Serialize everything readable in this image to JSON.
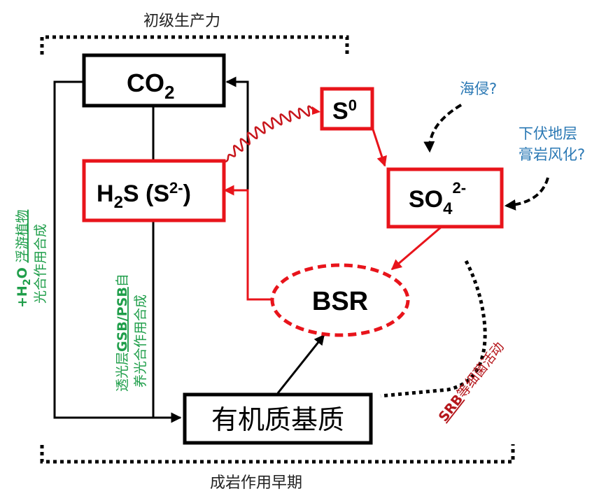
{
  "diagram": {
    "top_bracket_label": "初级生产力",
    "bottom_bracket_label": "成岩作用早期",
    "nodes": {
      "co2": {
        "main": "CO",
        "sub": "2"
      },
      "h2s": {
        "h": "H",
        "sub": "2",
        "s": "S (S",
        "sup": "2-",
        "close": ")"
      },
      "s0": {
        "main": "S",
        "sup": "0"
      },
      "so4": {
        "main": "SO",
        "sub": "4",
        "sup": "2-"
      },
      "bsr": {
        "main": "BSR"
      },
      "organic": {
        "main": "有机质基质"
      }
    },
    "annotations": {
      "sea_invasion": "海侵?",
      "gypsum_line1": "下伏地层",
      "gypsum_line2": "膏岩风化?",
      "plankton_prefix": "+H",
      "plankton_sub": "2",
      "plankton_o": "O ",
      "plankton_underlined": "浮游植物",
      "plankton_line2": "光合作用合成",
      "gsb_prefix": "透光层",
      "gsb_underlined": "GSB/PSB",
      "gsb_suffix": "自",
      "gsb_line2": "养光合作用合成",
      "srb_underlined": "SRB",
      "srb_rest": "等细菌活动"
    },
    "colors": {
      "black": "#000000",
      "red": "#e8141b",
      "dark_red": "#b5161b",
      "blue": "#2a78b4",
      "green": "#1f9e4a"
    }
  }
}
